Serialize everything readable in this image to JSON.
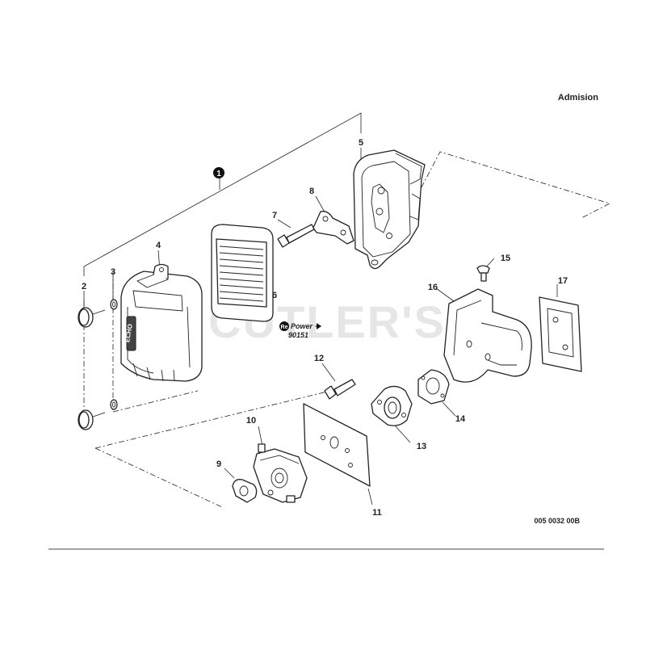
{
  "header": {
    "section": "Admision"
  },
  "watermark": "CUTLER'S",
  "drawing_code": "005 0032 00B",
  "repower": {
    "logo_re": "Re",
    "logo_power": "Power",
    "number": "90151"
  },
  "assembly_callout": "1",
  "brand_mark": "ECHO",
  "labels": {
    "p2": "2",
    "p3": "3",
    "p4": "4",
    "p5": "5",
    "p6": "6",
    "p7": "7",
    "p8": "8",
    "p9": "9",
    "p10": "10",
    "p11": "11",
    "p12": "12",
    "p13": "13",
    "p14": "14",
    "p15": "15",
    "p16": "16",
    "p17": "17"
  }
}
